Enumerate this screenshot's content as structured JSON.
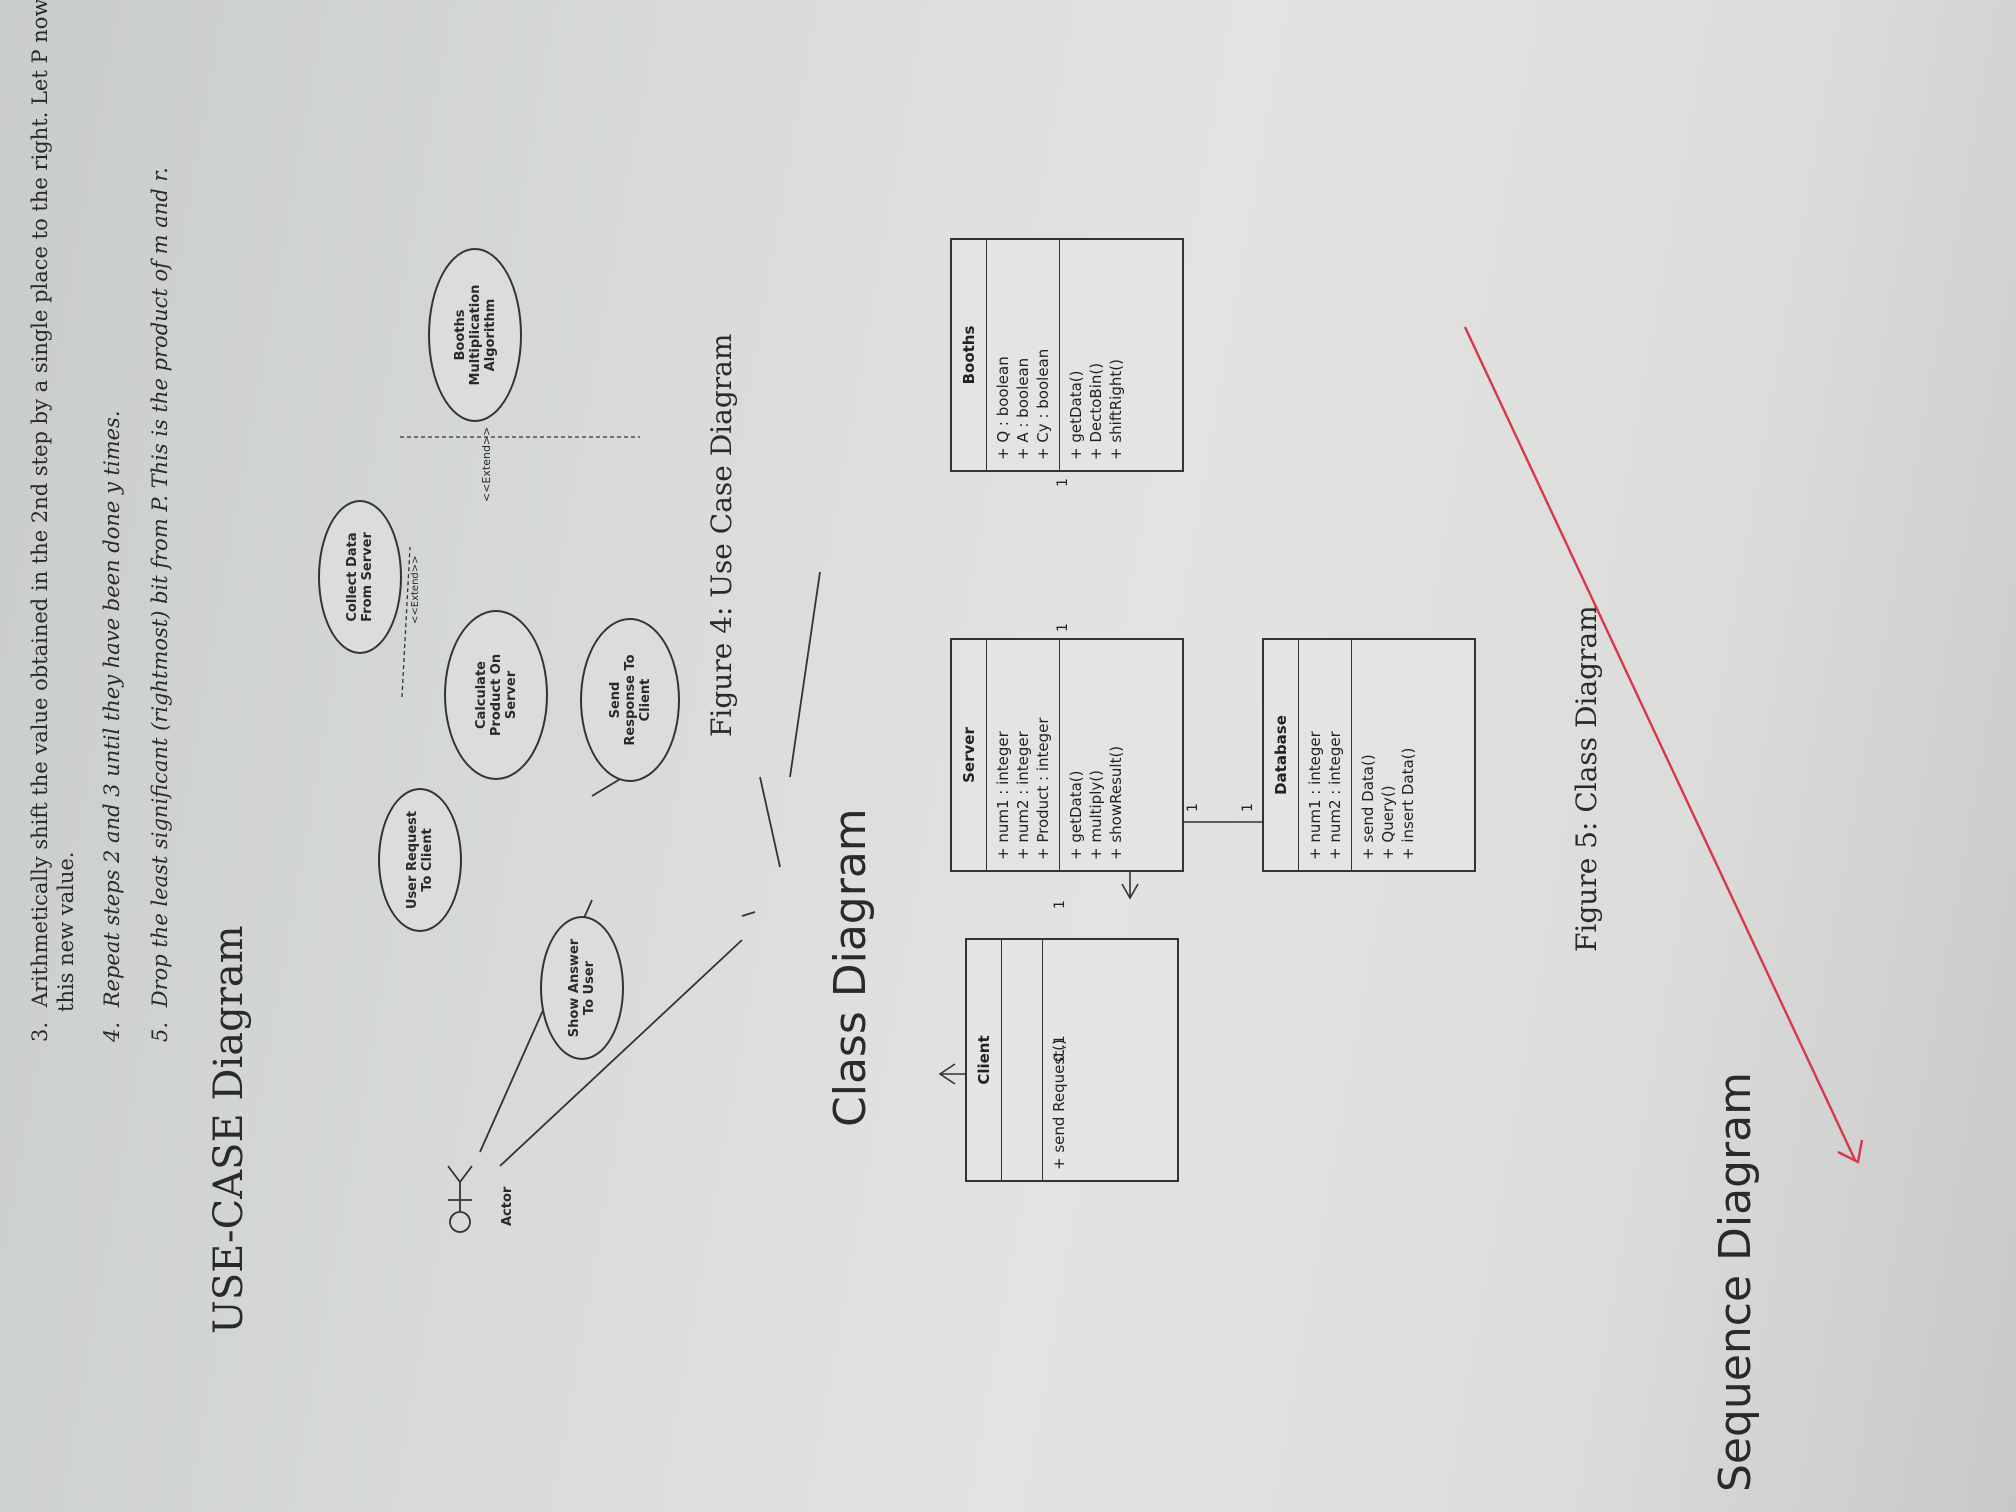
{
  "steps": [
    {
      "num": "3.",
      "text": "Arithmetically shift the value obtained in the 2nd step by a single place to the right. Let P now equal",
      "cont": "this new value."
    },
    {
      "num": "4.",
      "text": "Repeat steps 2 and 3 until they have been done y times."
    },
    {
      "num": "5.",
      "text": "Drop the least significant (rightmost) bit from P. This is the product of m and r."
    }
  ],
  "use_case": {
    "heading": "USE-CASE Diagram",
    "actor": "Actor",
    "cases": {
      "user_request": "User Request\nTo Client",
      "show_answer": "Show Answer\nTo User",
      "collect_data": "Collect Data\nFrom Server",
      "calculate": "Calculate\nProduct On\nServer",
      "send_response": "Send\nResponse To\nClient",
      "booths": "Booths\nMultiplication\nAlgorithm"
    },
    "extend_1": "<<Extend>>",
    "extend_2": "<<Extend>>",
    "caption": "Figure 4:  Use Case Diagram"
  },
  "class_diagram": {
    "heading": "Class Diagram",
    "client": {
      "name": "Client",
      "methods": [
        "+ send Request()"
      ]
    },
    "server": {
      "name": "Server",
      "attributes": [
        "+ num1 : integer",
        "+ num2 : integer",
        "+ Product : integer"
      ],
      "methods": [
        "+ getData()",
        "+ multiply()",
        "+ showResult()"
      ]
    },
    "booths": {
      "name": "Booths",
      "attributes": [
        "+ Q : boolean",
        "+ A : boolean",
        "+ Cy : boolean"
      ],
      "methods": [
        "+ getData()",
        "+ DectoBin()",
        "+ shiftRight()"
      ]
    },
    "database": {
      "name": "Database",
      "attributes": [
        "+ num1 : integer",
        "+ num2 : integer"
      ],
      "methods": [
        "+ send Data()",
        "+ Query()",
        "+ insert Data()"
      ]
    },
    "multiplicities": {
      "client_server_a": "0..1",
      "client_server_b": "1",
      "server_booths_a": "1",
      "server_booths_b": "1",
      "server_db_a": "1",
      "server_db_b": "1"
    },
    "caption": "Figure 5:  Class Diagram"
  },
  "sequence": {
    "heading": "Sequence Diagram"
  },
  "colors": {
    "paper": "#e2e2e0",
    "ink": "#2a2a2a",
    "red_pen": "#d9364a"
  }
}
